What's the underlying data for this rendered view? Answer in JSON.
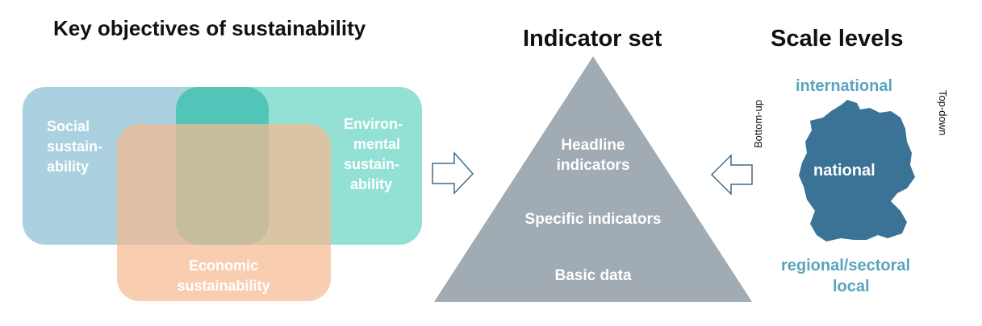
{
  "titles": {
    "objectives": "Key objectives of sustainability",
    "indicator_set": "Indicator set",
    "scale_levels": "Scale levels"
  },
  "venn": {
    "social": [
      "Social",
      "sustain-",
      "ability"
    ],
    "environmental": [
      "Environ-",
      "mental",
      "sustain-",
      "ability"
    ],
    "economic": [
      "Economic",
      "sustainability"
    ]
  },
  "pyramid": {
    "headline": [
      "Headline",
      "indicators"
    ],
    "specific": "Specific indicators",
    "basic": "Basic data"
  },
  "scale": {
    "international": "international",
    "national": "national",
    "regional": "regional/sectoral",
    "local": "local",
    "bottom_up": "Bottom-up",
    "top_down": "Top-down"
  },
  "colors": {
    "social": "#a7cddd",
    "environmental": "#80dccd",
    "economic": "#f6c1a0",
    "pyramid": "#a0abb3",
    "map": "#3a7396",
    "scale_text": "#5aa3bf",
    "arrow_stroke": "#3f6a8a"
  }
}
